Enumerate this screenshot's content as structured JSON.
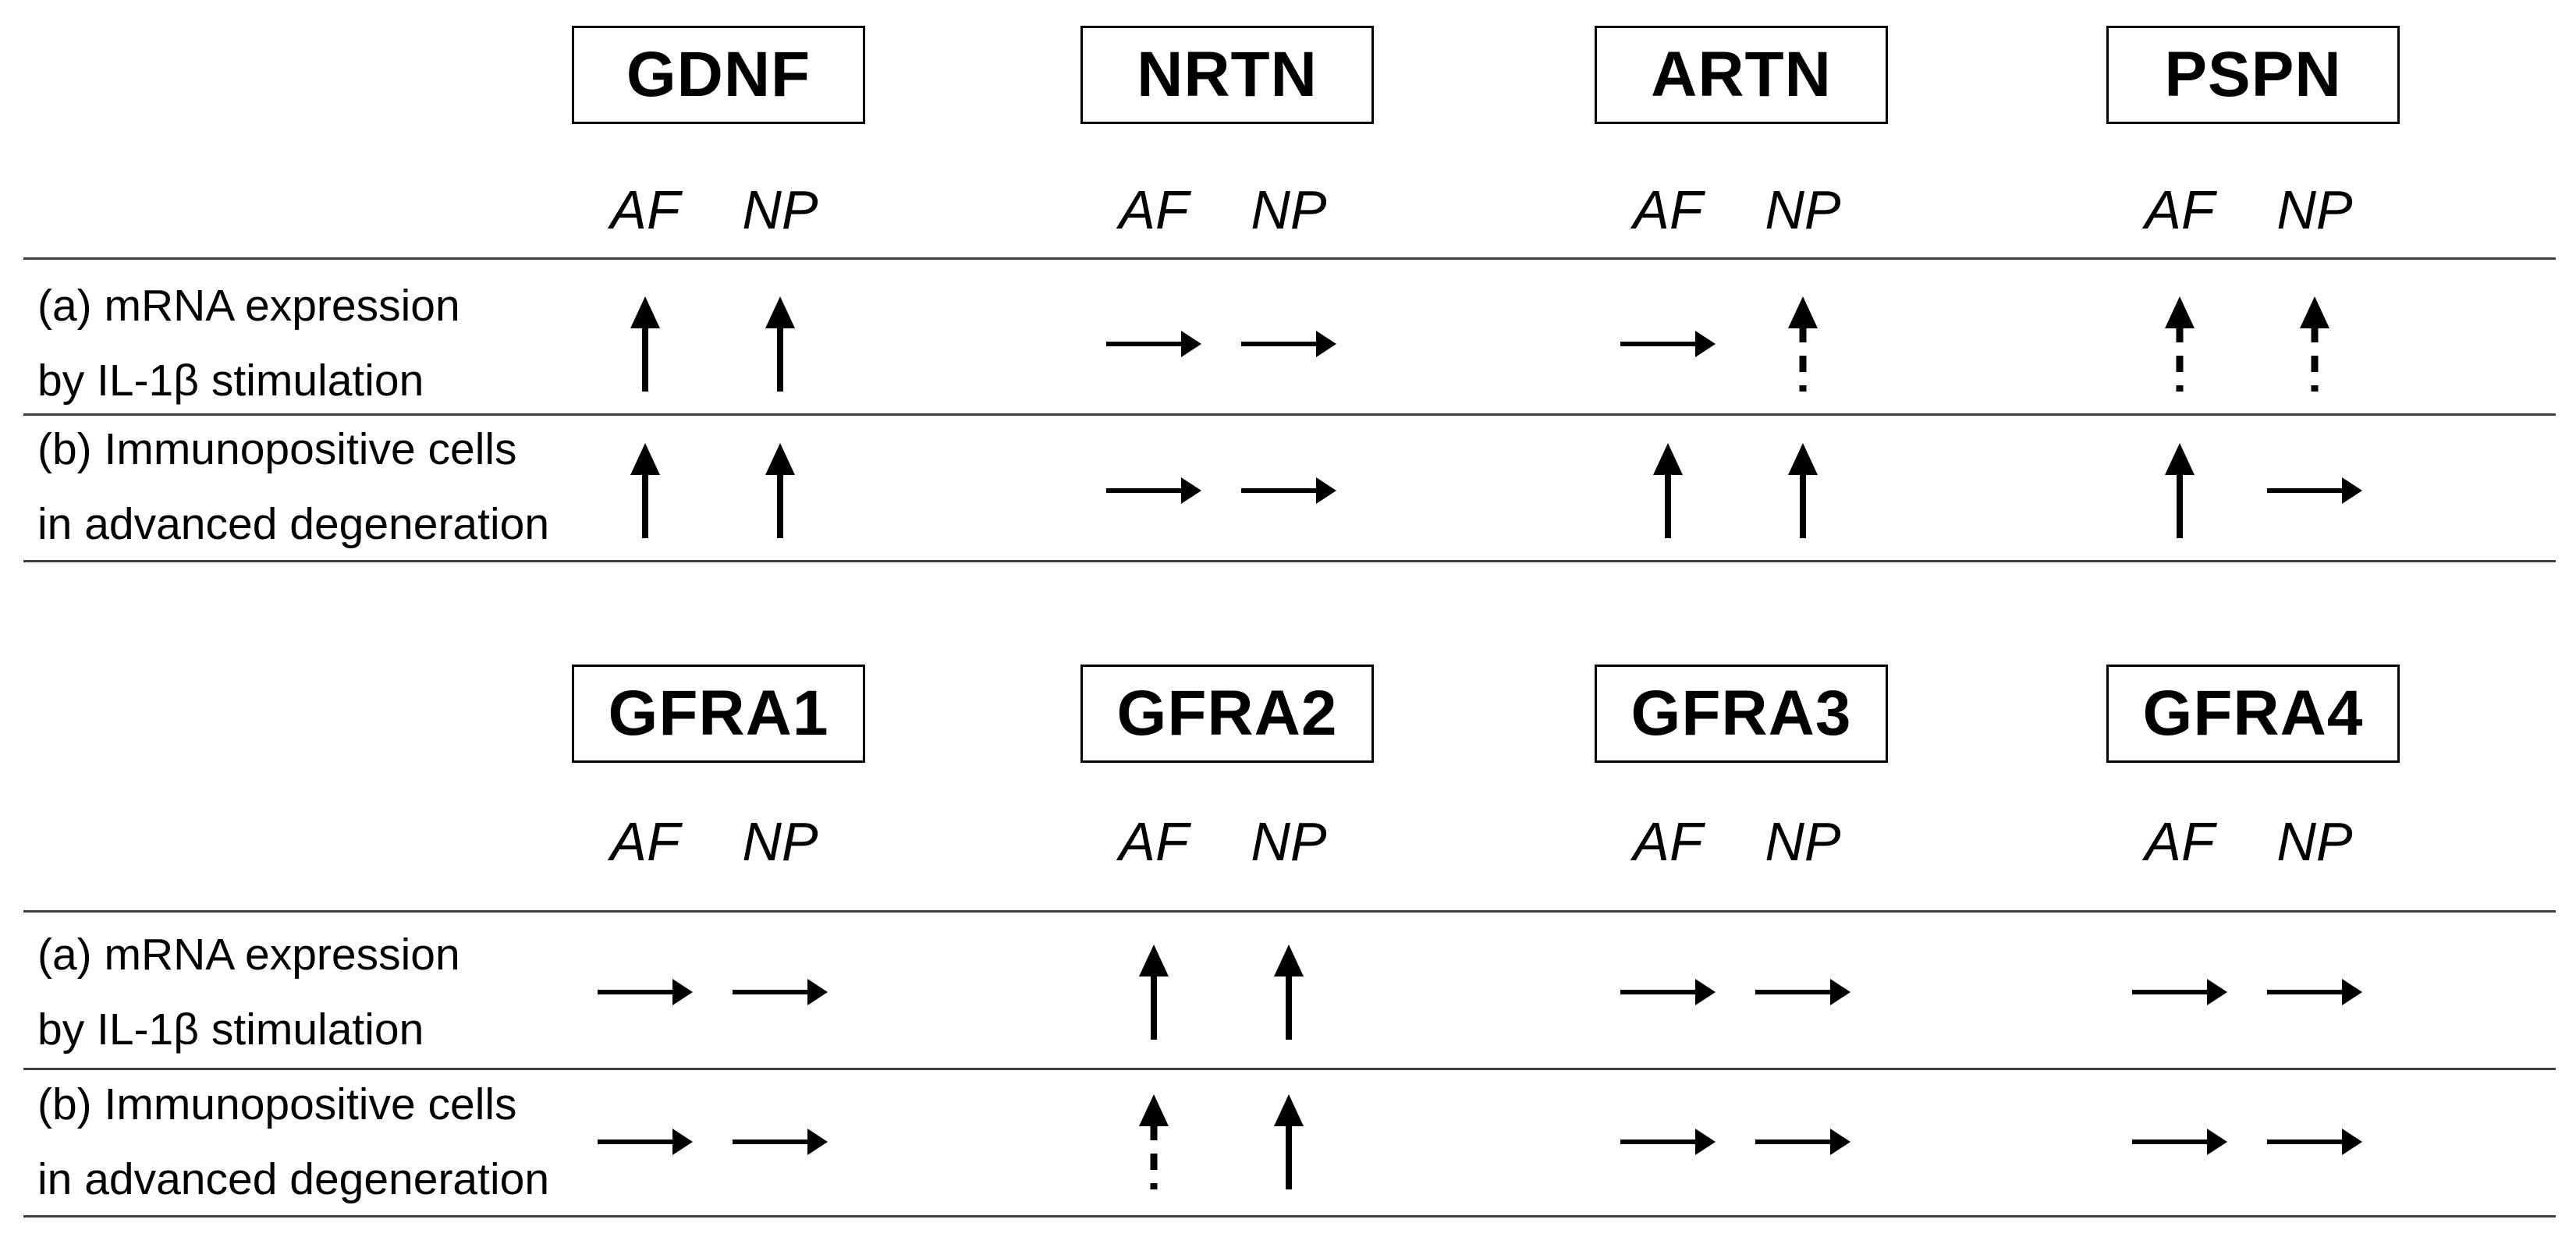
{
  "figure": {
    "column_headers": [
      "AF",
      "NP"
    ],
    "row_labels": {
      "a_line1": "(a) mRNA expression",
      "a_line2": "by IL-1β stimulation",
      "b_line1": "(b) Immunopositive cells",
      "b_line2": "in advanced degeneration"
    },
    "tables": [
      {
        "genes": [
          {
            "name": "GDNF",
            "rows": {
              "a": {
                "AF": "up",
                "NP": "up"
              },
              "b": {
                "AF": "up",
                "NP": "up"
              }
            }
          },
          {
            "name": "NRTN",
            "rows": {
              "a": {
                "AF": "flat",
                "NP": "flat"
              },
              "b": {
                "AF": "flat",
                "NP": "flat"
              }
            }
          },
          {
            "name": "ARTN",
            "rows": {
              "a": {
                "AF": "flat",
                "NP": "up-dashed"
              },
              "b": {
                "AF": "up",
                "NP": "up"
              }
            }
          },
          {
            "name": "PSPN",
            "rows": {
              "a": {
                "AF": "up-dashed",
                "NP": "up-dashed"
              },
              "b": {
                "AF": "up",
                "NP": "flat"
              }
            }
          }
        ]
      },
      {
        "genes": [
          {
            "name": "GFRA1",
            "rows": {
              "a": {
                "AF": "flat",
                "NP": "flat"
              },
              "b": {
                "AF": "flat",
                "NP": "flat"
              }
            }
          },
          {
            "name": "GFRA2",
            "rows": {
              "a": {
                "AF": "up",
                "NP": "up"
              },
              "b": {
                "AF": "up-dashed",
                "NP": "up"
              }
            }
          },
          {
            "name": "GFRA3",
            "rows": {
              "a": {
                "AF": "flat",
                "NP": "flat"
              },
              "b": {
                "AF": "flat",
                "NP": "flat"
              }
            }
          },
          {
            "name": "GFRA4",
            "rows": {
              "a": {
                "AF": "flat",
                "NP": "flat"
              },
              "b": {
                "AF": "flat",
                "NP": "flat"
              }
            }
          }
        ]
      }
    ],
    "arrow_icons": {
      "up": "solid-up-arrow",
      "up-dashed": "dashed-up-arrow",
      "flat": "right-arrow"
    },
    "colors": {
      "background": "#ffffff",
      "ink": "#000000",
      "rule": "#404040"
    }
  }
}
